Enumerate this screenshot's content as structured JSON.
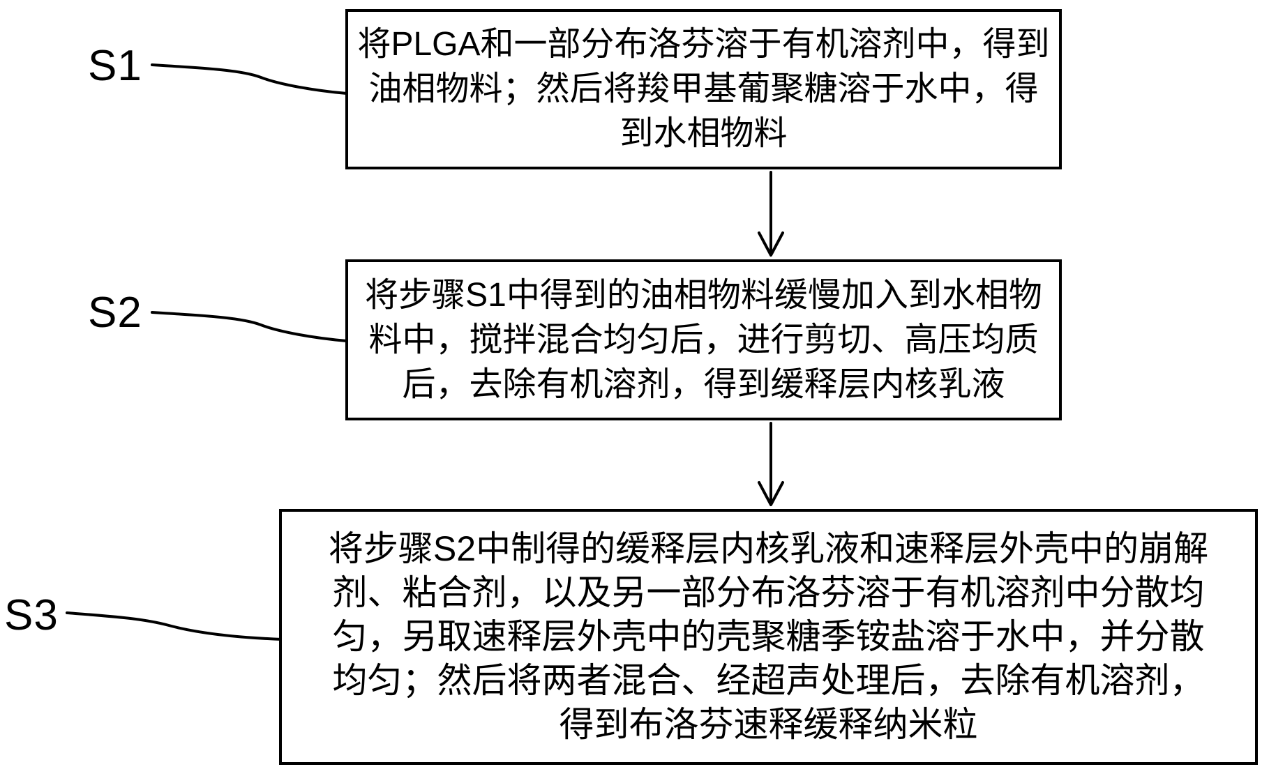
{
  "diagram": {
    "colors": {
      "ink": "#000000",
      "background": "#ffffff"
    },
    "steps": [
      {
        "label": "S1",
        "lines": [
          "将PLGA和一部分布洛芬溶于有机溶剂中，得到",
          "油相物料；然后将羧甲基葡聚糖溶于水中，得",
          "到水相物料"
        ]
      },
      {
        "label": "S2",
        "lines": [
          "将步骤S1中得到的油相物料缓慢加入到水相物",
          "料中，搅拌混合均匀后，进行剪切、高压均质",
          "后，去除有机溶剂，得到缓释层内核乳液"
        ]
      },
      {
        "label": "S3",
        "lines": [
          "将步骤S2中制得的缓释层内核乳液和速释层外壳中的崩解",
          "剂、粘合剂，以及另一部分布洛芬溶于有机溶剂中分散均",
          "匀，另取速释层外壳中的壳聚糖季铵盐溶于水中，并分散",
          "均匀；然后将两者混合、经超声处理后，去除有机溶剂，",
          "得到布洛芬速释缓释纳米粒"
        ]
      }
    ]
  }
}
